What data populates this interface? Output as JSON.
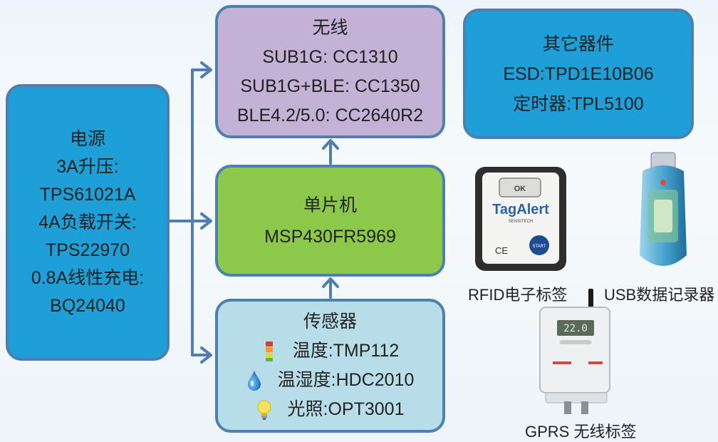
{
  "power": {
    "lines": [
      "电源",
      "3A升压:",
      "TPS61021A",
      "4A负载开关:",
      "TPS22970",
      "0.8A线性充电:",
      "BQ24040"
    ]
  },
  "wireless": {
    "lines": [
      "无线",
      "SUB1G: CC1310",
      "SUB1G+BLE: CC1350",
      "BLE4.2/5.0: CC2640R2"
    ]
  },
  "mcu": {
    "lines": [
      "单片机",
      "MSP430FR5969"
    ]
  },
  "sensor": {
    "title": "传感器",
    "items": [
      {
        "icon": "thermometer-icon",
        "label": "温度:TMP112"
      },
      {
        "icon": "water-drop-icon",
        "label": "温湿度:HDC2010"
      },
      {
        "icon": "light-bulb-icon",
        "label": "光照:OPT3001"
      }
    ]
  },
  "other": {
    "lines": [
      "其它器件",
      "ESD:TPD1E10B06",
      "定时器:TPL5100"
    ]
  },
  "devices": {
    "rfid": {
      "caption": "RFID电子标签",
      "ok_label": "OK",
      "brand": "TagAlert",
      "sub_brand": "SENSITECH",
      "ce_mark": "CE",
      "start_label": "START"
    },
    "usb": {
      "caption": "USB数据记录器"
    },
    "gprs": {
      "caption": "GPRS 无线标签",
      "display": "22.0"
    }
  },
  "colors": {
    "box_blue": "#1e9fd8",
    "box_purple": "#c3b2d6",
    "box_green": "#8cc94b",
    "box_lightblue": "#b7dde9",
    "border": "#4f7fb0",
    "arrow": "#4f7fb0"
  }
}
